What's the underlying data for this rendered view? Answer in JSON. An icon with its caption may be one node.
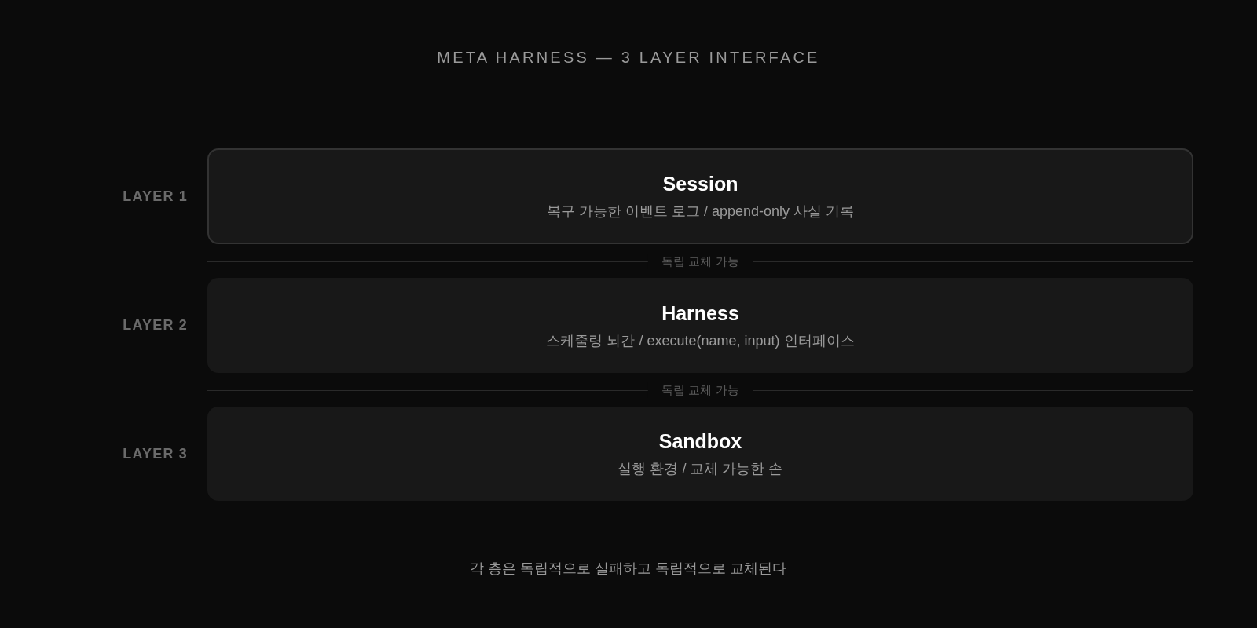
{
  "diagram": {
    "title": "META HARNESS — 3 LAYER INTERFACE",
    "caption": "각 층은 독립적으로 실패하고 독립적으로 교체된다",
    "nodes": [
      {
        "text": [
          "Session",
          "복구 가능한 이벤트 로그 / append-only 사실 기록"
        ],
        "beside": [
          "LAYER 1"
        ]
      },
      {
        "text": [
          "Harness",
          "스케줄링 뇌간 / execute(name, input) 인터페이스"
        ],
        "beside": [
          "LAYER 2"
        ]
      },
      {
        "text": [
          "Sandbox",
          "실행 환경 / 교체 가능한 손"
        ],
        "beside": [
          "LAYER 3"
        ]
      }
    ],
    "labels": [
      "독립 교체 가능",
      "독립 교체 가능"
    ]
  }
}
